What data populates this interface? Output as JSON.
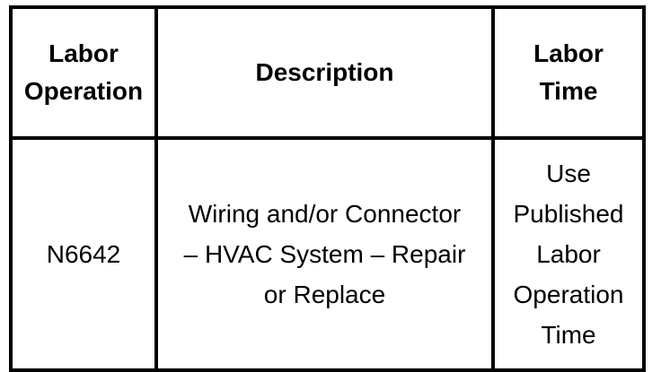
{
  "table": {
    "columns": [
      {
        "id": "labor_operation",
        "label": "Labor\nOperation"
      },
      {
        "id": "description",
        "label": "Description"
      },
      {
        "id": "labor_time",
        "label": "Labor\nTime"
      }
    ],
    "rows": [
      {
        "labor_operation": "N6642",
        "description": "Wiring and/or Connector\n– HVAC System – Repair\nor Replace",
        "labor_time": "Use\nPublished\nLabor\nOperation\nTime"
      }
    ]
  },
  "colors": {
    "background": "#ffffff",
    "border": "#000000",
    "text": "#000000"
  }
}
